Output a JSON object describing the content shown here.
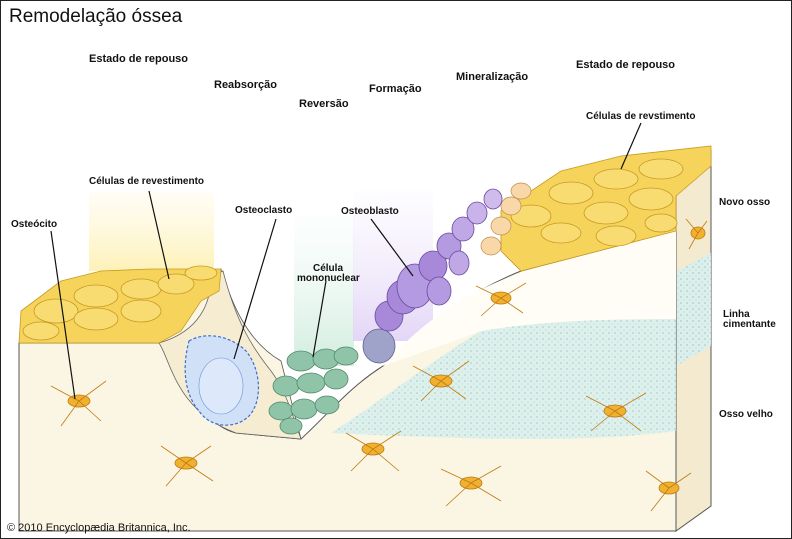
{
  "title": "Remodelação óssea",
  "stages": {
    "rest_left": "Estado de repouso",
    "resorption": "Reabsorção",
    "reversal": "Reversão",
    "formation": "Formação",
    "mineralization": "Mineralização",
    "rest_right": "Estado de repouso"
  },
  "labels": {
    "lining_cells_left": "Células de revestimento",
    "lining_cells_right": "Células de revstimento",
    "osteocyte": "Osteócito",
    "osteoclast": "Osteoclasto",
    "mononuclear_line1": "Célula",
    "mononuclear_line2": "mononuclear",
    "osteoblast": "Osteoblasto",
    "new_bone": "Novo osso",
    "cement_line_line1": "Linha",
    "cement_line_line2": "cimentante",
    "old_bone": "Osso velho"
  },
  "copyright": "© 2010 Encyclopædia Britannica, Inc.",
  "colors": {
    "bone": "#fbf5e3",
    "lining_cells": "#f6d35a",
    "osteoclast": "#cfe0f7",
    "mononuclear": "#8fc4a8",
    "osteoblast": "#a888d8",
    "cement_layer": "#d6ecec",
    "osteocyte": "#f0b030"
  }
}
